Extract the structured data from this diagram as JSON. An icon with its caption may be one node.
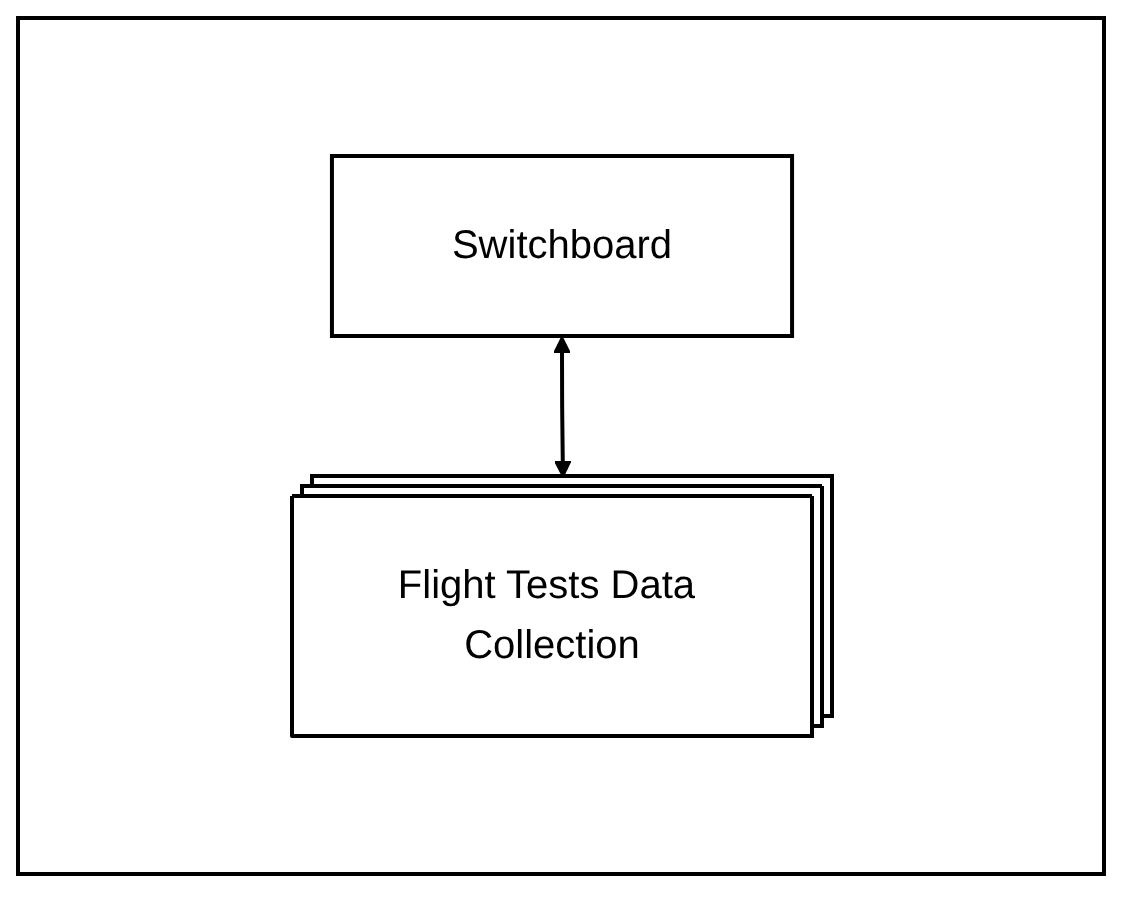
{
  "diagram": {
    "nodes": [
      {
        "text": [
          "Switchboard"
        ]
      },
      {
        "text": [
          "Flight Tests Data Collection"
        ]
      }
    ],
    "edges": [
      {
        "from": 0,
        "to": 1,
        "arrow": "both"
      }
    ]
  }
}
